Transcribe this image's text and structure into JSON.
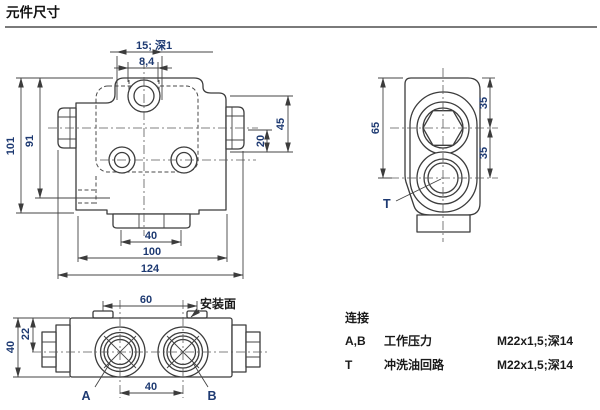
{
  "title": "元件尺寸",
  "colors": {
    "line": "#3c3c3c",
    "dimension_text": "#1e3a72",
    "label_text": "#1a1a1a",
    "divider": "#7a7a7a"
  },
  "front_view": {
    "dim_top_depth": "15; 深1",
    "dim_top_width": "8,4",
    "dim_height_total": "101",
    "dim_height_inner": "91",
    "dim_right_upper": "45",
    "dim_right_lower": "20",
    "dim_hex_width": "40",
    "dim_body_width": "100",
    "dim_total_width": "124"
  },
  "side_view": {
    "dim_height": "65",
    "dim_port_top": "35",
    "dim_port_spacing": "35",
    "port_t_label": "T"
  },
  "bottom_view": {
    "dim_pad_spacing": "60",
    "dim_height": "40",
    "dim_port_offset": "22",
    "dim_port_spacing": "40",
    "mounting_surface_label": "安装面",
    "port_a_label": "A",
    "port_b_label": "B"
  },
  "connection_table": {
    "heading": "连接",
    "rows": [
      {
        "ports": "A,B",
        "function": "工作压力",
        "thread": "M22x1,5;深14"
      },
      {
        "ports": "T",
        "function": "冲洗油回路",
        "thread": "M22x1,5;深14"
      }
    ]
  }
}
